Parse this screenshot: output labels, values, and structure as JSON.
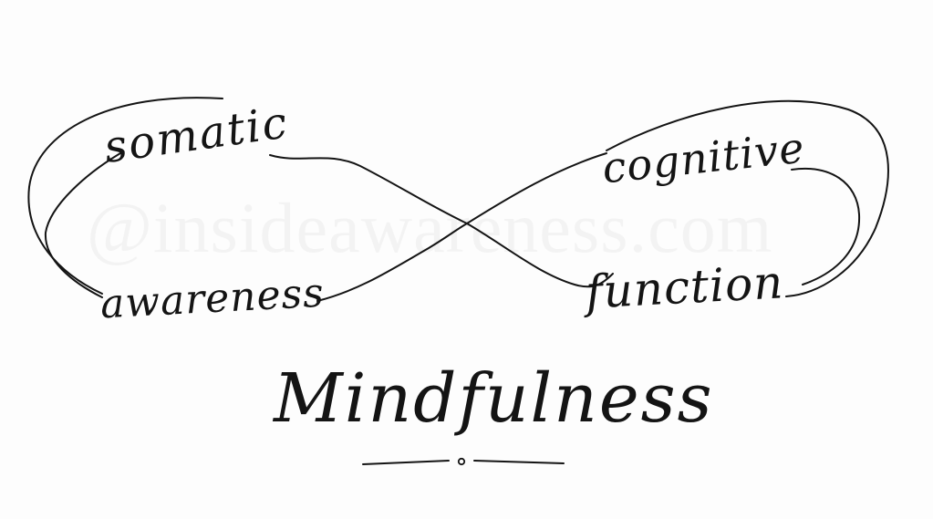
{
  "words": {
    "top_left": "somatic",
    "bottom_left": "awareness",
    "top_right": "cognitive",
    "bottom_right": "function"
  },
  "title": "Mindfulness",
  "watermark": "@insideawareness.com",
  "colors": {
    "ink": "#141414",
    "background": "#fdfdfd"
  }
}
